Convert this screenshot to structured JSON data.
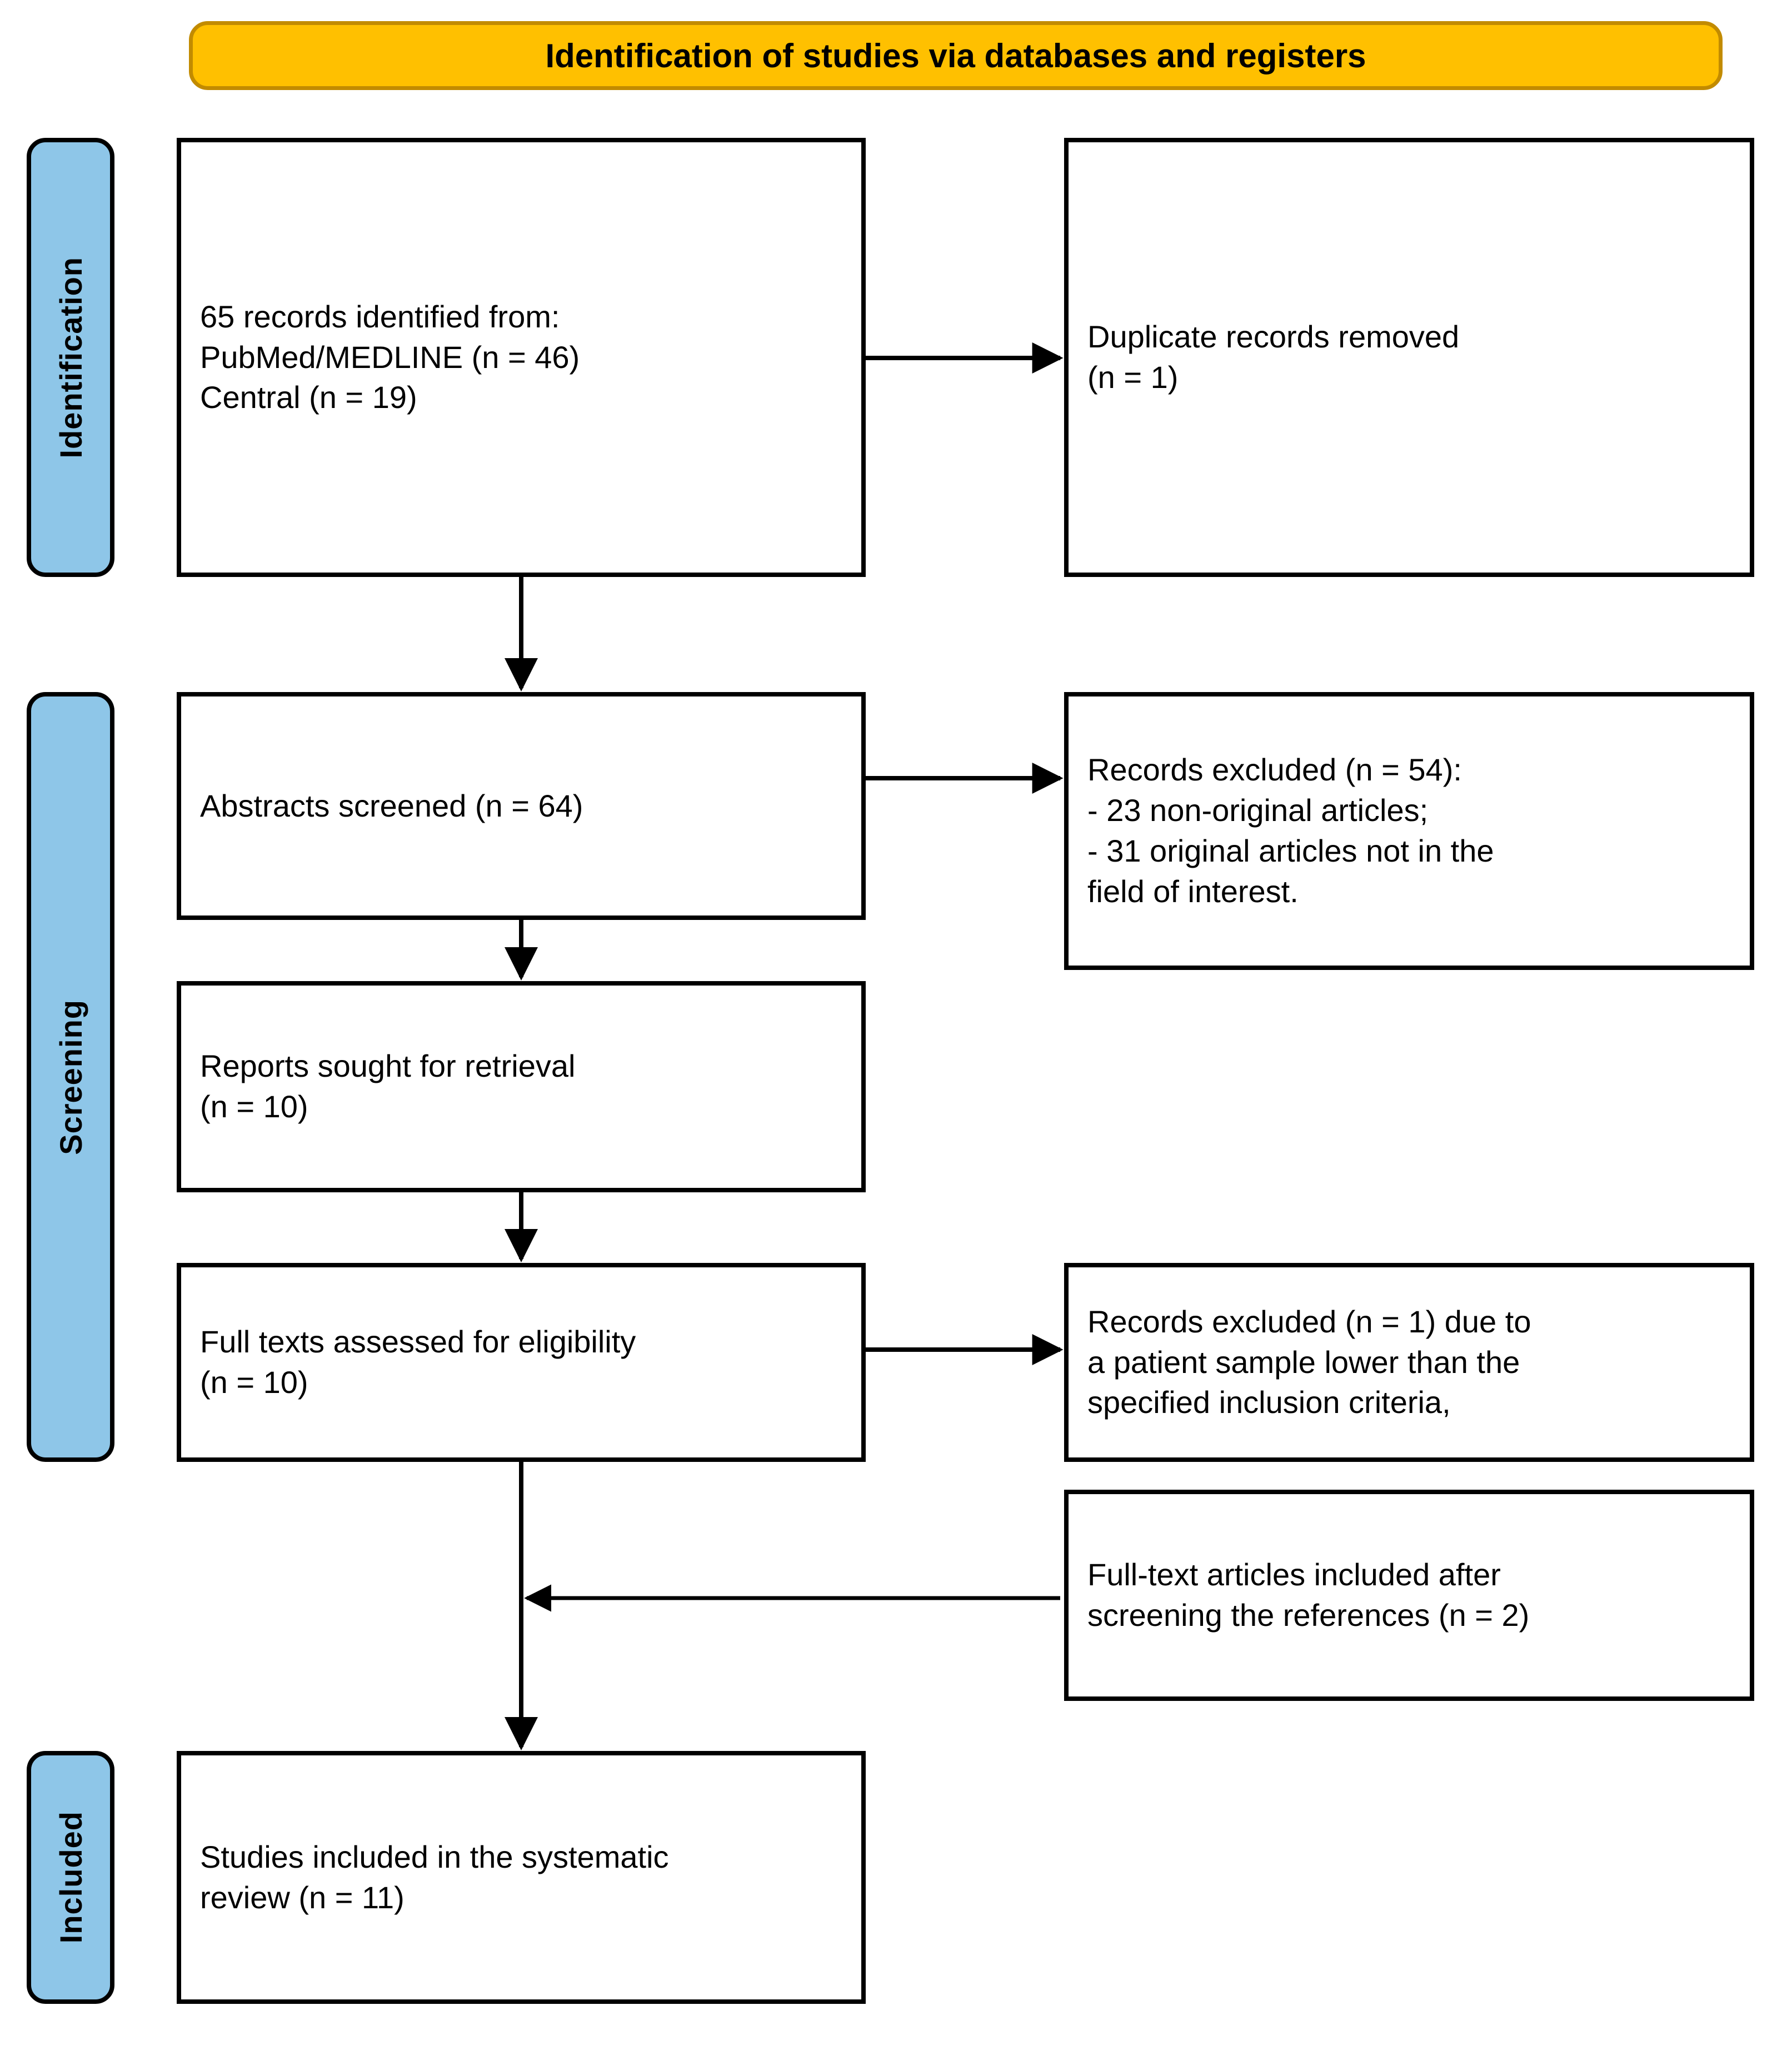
{
  "diagram": {
    "type": "prisma-flow-diagram",
    "header": {
      "title": "Identification of studies via databases and registers"
    },
    "stages": [
      {
        "key": "identification",
        "label": "Identification"
      },
      {
        "key": "screening",
        "label": "Screening"
      },
      {
        "key": "included",
        "label": "Included"
      }
    ],
    "boxes": {
      "identified": {
        "text": "65 records identified from:\nPubMed/MEDLINE (n = 46)\nCentral (n = 19)",
        "total_records": 65,
        "sources": [
          {
            "name": "PubMed/MEDLINE",
            "n": 46
          },
          {
            "name": "Central",
            "n": 19
          }
        ]
      },
      "duplicates_removed": {
        "text": "Duplicate records removed\n(n = 1)",
        "n": 1
      },
      "abstracts_screened": {
        "text": "Abstracts screened (n = 64)",
        "n": 64
      },
      "records_excluded_54": {
        "text": "Records excluded (n = 54):\n- 23 non-original articles;\n- 31 original articles not in the\nfield of interest.",
        "n": 54,
        "reasons": [
          {
            "label": "non-original articles",
            "n": 23
          },
          {
            "label": "original articles not in the field of interest",
            "n": 31
          }
        ]
      },
      "reports_sought": {
        "text": "Reports sought for retrieval\n(n = 10)",
        "n": 10
      },
      "full_texts_assessed": {
        "text": "Full texts assessed for eligibility\n(n = 10)",
        "n": 10
      },
      "records_excluded_1": {
        "text": "Records excluded (n = 1) due to\na patient sample lower than the\nspecified inclusion criteria,",
        "n": 1
      },
      "references_added": {
        "text": "Full-text articles included after\nscreening the references (n = 2)",
        "n": 2
      },
      "studies_included": {
        "text": "Studies included in the systematic\nreview (n = 11)",
        "n": 11
      }
    },
    "colors": {
      "header_fill": "#FFC000",
      "header_border": "#C28B00",
      "stage_fill": "#8EC6E8",
      "stage_border": "#000000",
      "box_border": "#000000",
      "box_fill": "#FFFFFF",
      "connector": "#000000"
    }
  }
}
